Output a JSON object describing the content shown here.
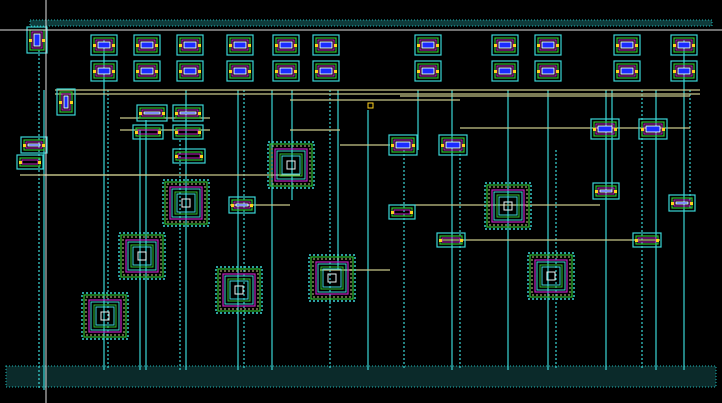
{
  "layout_view": {
    "background": "#000000",
    "colors": {
      "rail": "#1fb8b8",
      "rail_fill": "#0f3b3b",
      "metal1": "#3ad6d6",
      "metal2": "#c8c88a",
      "contact": "#ffd21f",
      "diff_green": "#2fbf2f",
      "poly_magenta": "#c020c0",
      "via_blue": "#1a2cff",
      "pad_white": "#e8f4f4",
      "crosshair": "#e0e0e0"
    },
    "layers": [
      "metal1",
      "metal2",
      "contact",
      "diffusion",
      "poly",
      "via"
    ],
    "icons": [
      "transistor-cell-icon",
      "via-cell-icon",
      "guard-ring-transistor-icon"
    ]
  }
}
